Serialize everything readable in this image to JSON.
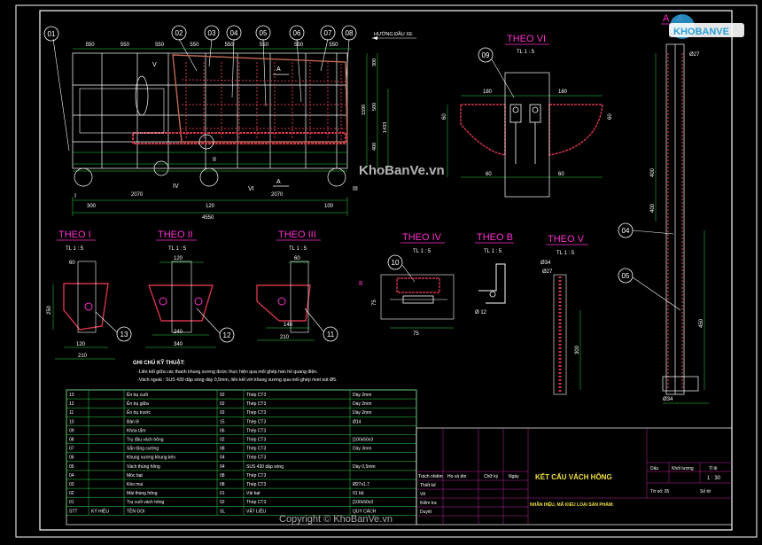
{
  "colors": {
    "background": "#000000",
    "frame": "#ffffff",
    "dimension": "#2fd94a",
    "steel": "#d0344a",
    "panel": "#c06a50",
    "view_title": "#ff2fd0",
    "text": "#ffffff",
    "cyan": "#35d0e0",
    "yellow": "#f0e040",
    "grid_green": "#2fd94a",
    "title_magenta": "#c020a0"
  },
  "watermark": {
    "main": "KhoBanVe.vn",
    "copyright": "Copyright © KhoBanVe.vn",
    "logo": "KHOBANVE"
  },
  "main_view": {
    "callouts": [
      "01",
      "02",
      "03",
      "04",
      "05",
      "06",
      "07",
      "08"
    ],
    "direction": "HƯỚNG ĐẦU XE",
    "top_dims": [
      "550",
      "550",
      "550",
      "550",
      "550",
      "550",
      "550",
      "550"
    ],
    "bottom_dims": [
      "300",
      "2070",
      "120",
      "2070",
      "100"
    ],
    "total_dim": "4550",
    "right_dims": [
      "1590",
      "300",
      "500",
      "400",
      "1433"
    ],
    "section_marks": [
      "A",
      "A"
    ],
    "detail_marks": [
      "I",
      "IV",
      "II",
      "VI",
      "III",
      "V"
    ]
  },
  "views": {
    "theo_vi": {
      "title": "THEO VI",
      "scale": "TL 1 : 5",
      "callout": "09",
      "dims": [
        "180",
        "180",
        "60",
        "60",
        "60",
        "60"
      ]
    },
    "theo_i": {
      "title": "THEO I",
      "scale": "TL 1 : 5",
      "callout": "13",
      "dims": [
        "60",
        "250",
        "120",
        "210"
      ]
    },
    "theo_ii": {
      "title": "THEO II",
      "scale": "TL 1 : 5",
      "callout": "12",
      "dims": [
        "120",
        "240",
        "340"
      ]
    },
    "theo_iii": {
      "title": "THEO III",
      "scale": "TL 1 : 5",
      "callout": "11",
      "dims": [
        "60",
        "140",
        "210"
      ]
    },
    "theo_iv": {
      "title": "THEO IV",
      "scale": "TL 1 : 5",
      "callout": "10",
      "dims": [
        "75",
        "75"
      ]
    },
    "theo_b": {
      "title": "THEO B",
      "scale": "TL 1 : 5",
      "dims": [
        "Ø 12"
      ]
    },
    "theo_v": {
      "title": "THEO V",
      "scale": "TL 1 : 5",
      "dims": [
        "Ø34",
        "Ø27",
        "300"
      ]
    },
    "section_aa": {
      "title": "A - A",
      "callouts": [
        "04",
        "05"
      ],
      "dims": [
        "Ø27",
        "400",
        "400",
        "450",
        "Ø34"
      ]
    }
  },
  "notes": {
    "heading": "GHI CHÚ KỸ THUẬT:",
    "lines": [
      "-Liên kết giữa các thanh khung xương được thực hiện qua mối ghép hàn hồ quang điện.",
      "-Vách ngoài : SUS 430 dập sóng dày 0,5mm, liên kết với khung xương qua mối ghép rivet nút Ø5."
    ]
  },
  "bom": {
    "headers": [
      "STT",
      "KÝ HIỆU",
      "TÊN GỌI",
      "SL",
      "VẬT LIỆU",
      "QUY CÁCH"
    ],
    "rows": [
      [
        "13",
        "",
        "Ên trụ cuối",
        "02",
        "Thép CT3",
        "Dày 2mm"
      ],
      [
        "12",
        "",
        "Ên trụ giữa",
        "02",
        "Thép CT3",
        "Dày 2mm"
      ],
      [
        "11",
        "",
        "Ên trụ trước",
        "02",
        "Thép CT3",
        "Dày 2mm"
      ],
      [
        "10",
        "",
        "Bản lề",
        "15",
        "Thép CT3",
        "Ø14"
      ],
      [
        "09",
        "",
        "Khóa tấm",
        "06",
        "Thép CT3",
        ""
      ],
      [
        "08",
        "",
        "Trụ đầu vách hông",
        "02",
        "Thép CT3",
        "[100x50x3"
      ],
      [
        "07",
        "",
        "Sắn tăng cường",
        "08",
        "Thép CT3",
        "Dày 3mm"
      ],
      [
        "06",
        "",
        "Khung xương khung kéo",
        "04",
        "Thép CT3",
        ""
      ],
      [
        "05",
        "",
        "Vách thùng hông",
        "04",
        "SUS 430 dập sóng",
        "Dày 0,5mm"
      ],
      [
        "04",
        "",
        "Móc bạt",
        "08",
        "Thép CT3",
        ""
      ],
      [
        "03",
        "",
        "Kéo mui",
        "08",
        "Thép CT3",
        "Ø27x1,7"
      ],
      [
        "02",
        "",
        "Mái thùng hông",
        "01",
        "Vải bạt",
        "01 bộ"
      ],
      [
        "01",
        "",
        "Trụ cuối vách hông",
        "02",
        "Thép CT3",
        "[100x50x3"
      ]
    ]
  },
  "title_block": {
    "title": "KẾT CẤU VÁCH HÔNG",
    "subtitle": "NHÃN HIỆU, MÃ KIỂU LOẠI SẢN PHẨM:",
    "roles": [
      "Trách nhiệm",
      "Thiết kế",
      "Vẽ",
      "Kiểm tra",
      "Duyệt"
    ],
    "cols": [
      "Họ và tên",
      "Chữ ký",
      "Ngày"
    ],
    "meta_labels": [
      "Dấu",
      "Khối lượng",
      "Tỉ lệ"
    ],
    "scale": "1 : 30",
    "sheet": "Tờ số: 05",
    "sheets": "Số tờ"
  }
}
